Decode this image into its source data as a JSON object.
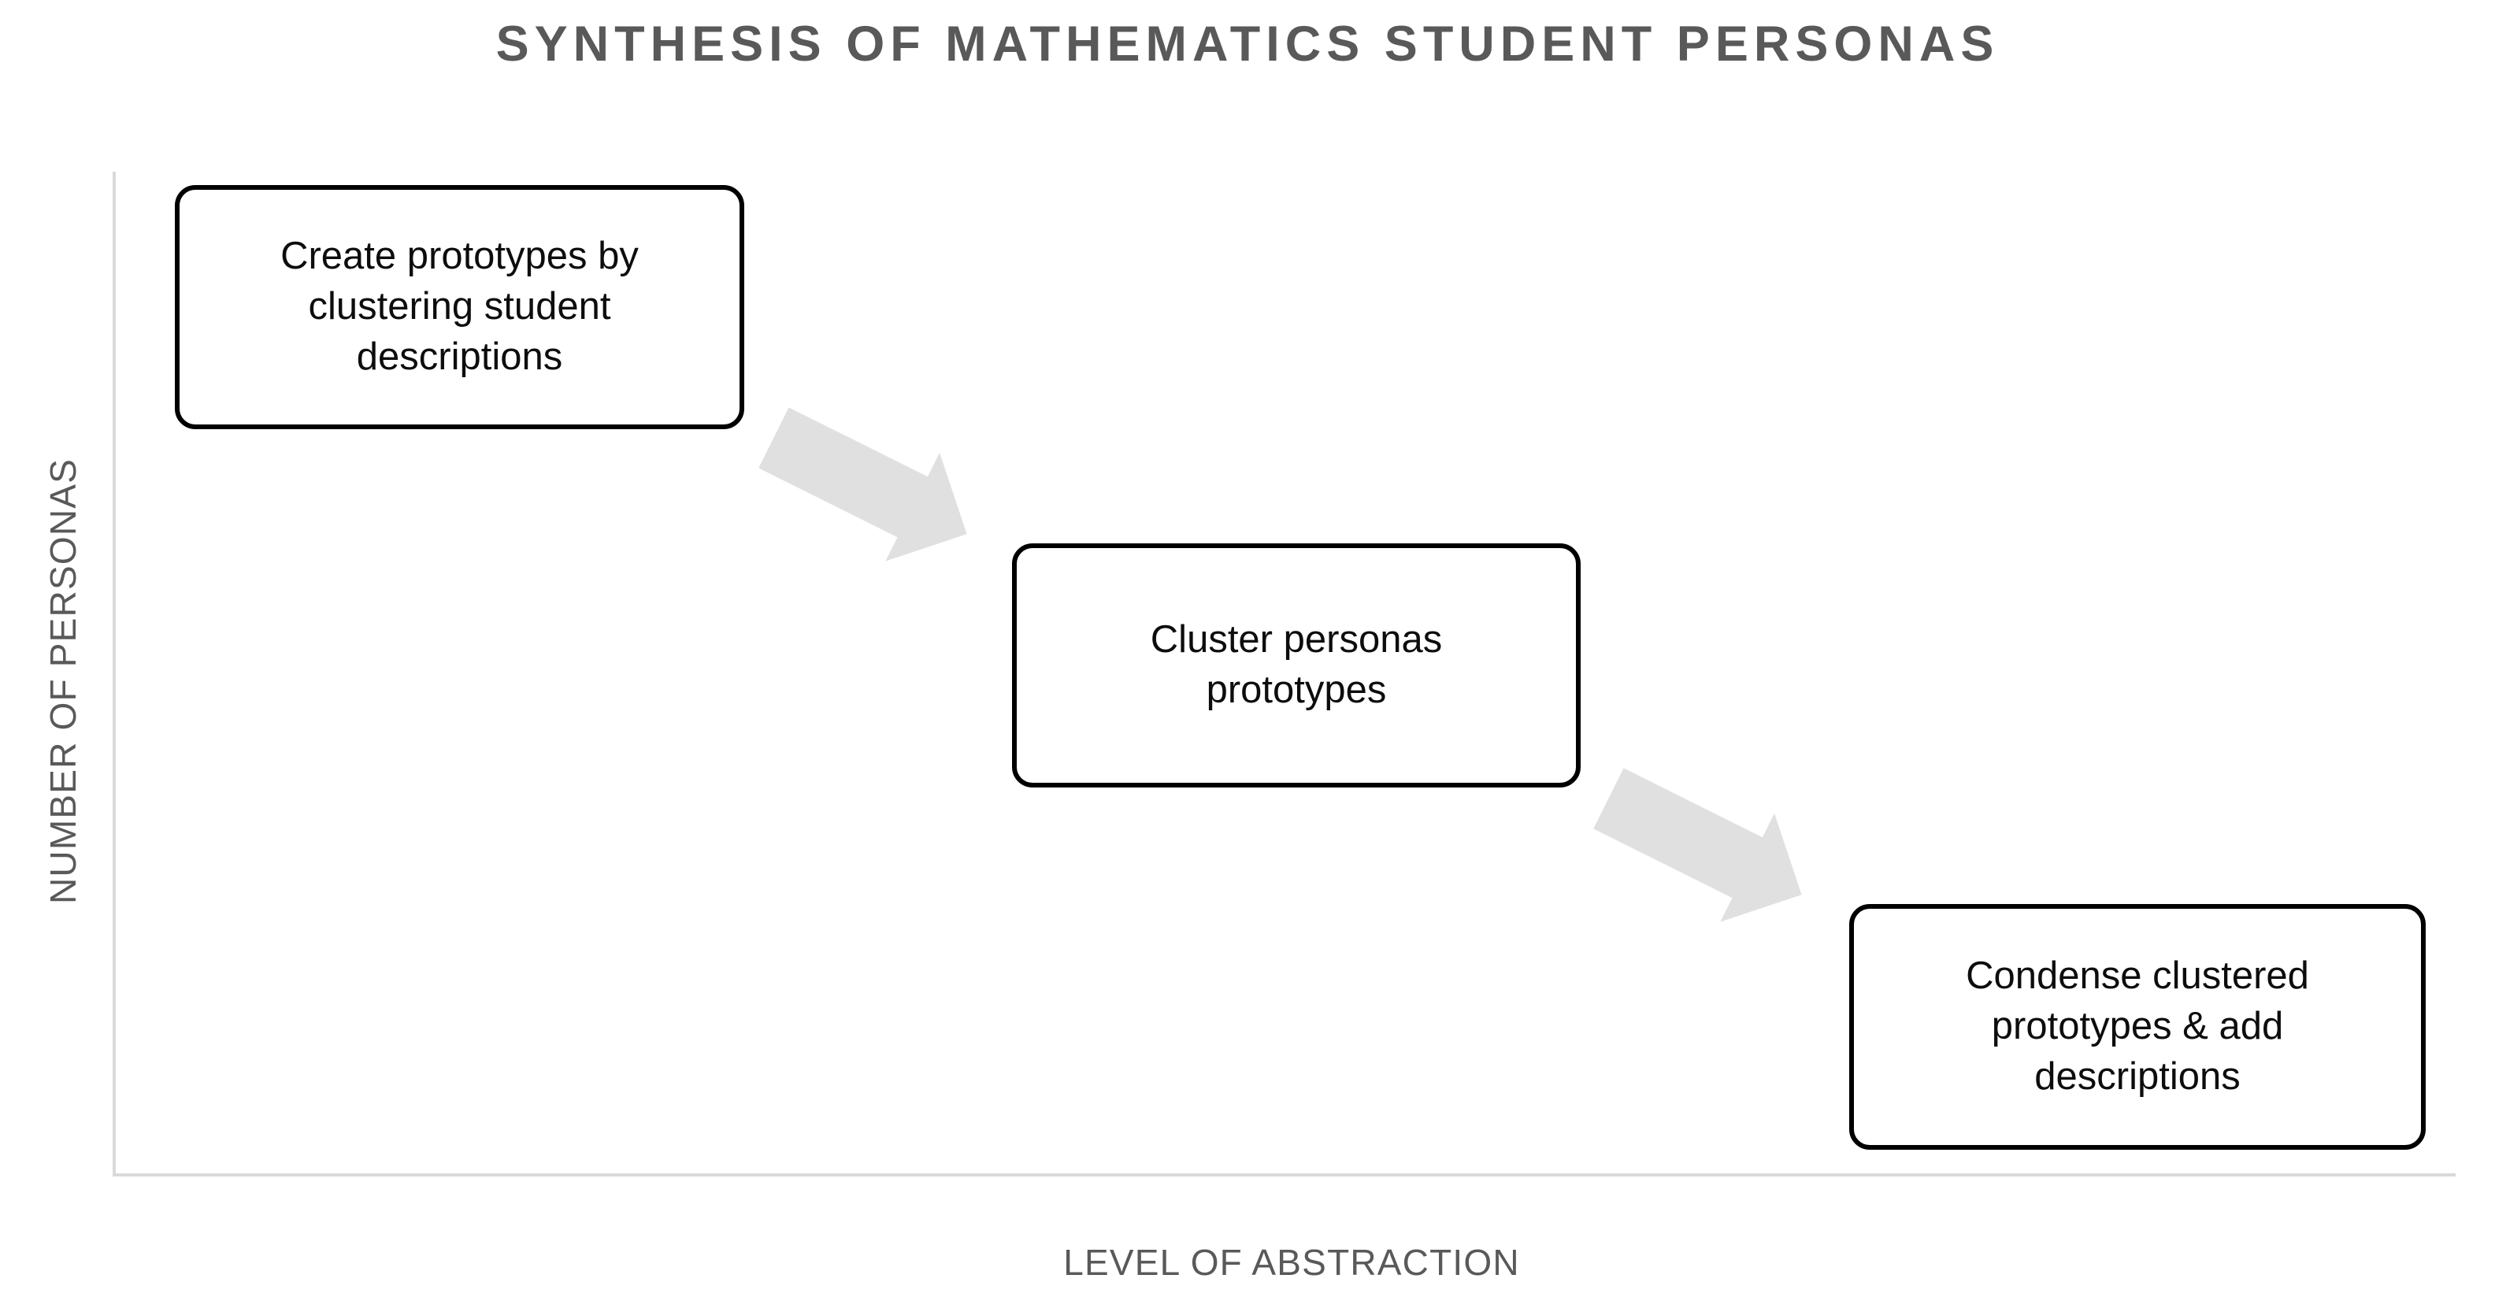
{
  "diagram": {
    "title": "SYNTHESIS OF MATHEMATICS STUDENT PERSONAS",
    "type": "process-flow",
    "axes": {
      "y_title": "NUMBER OF PERSONAS",
      "x_title": "LEVEL OF ABSTRACTION",
      "axis_color": "#d9d9d9"
    },
    "colors": {
      "title_text": "#595959",
      "axis_label_text": "#595959",
      "box_border": "#000000",
      "box_fill": "#ffffff",
      "box_text": "#0d0d0d",
      "arrow_fill": "#e0e0e0"
    },
    "steps": [
      {
        "order": 1,
        "label": "Create prototypes by\nclustering student\ndescriptions",
        "name": "create-prototypes"
      },
      {
        "order": 2,
        "label": "Cluster personas\nprototypes",
        "name": "cluster-prototypes"
      },
      {
        "order": 3,
        "label": "Condense clustered\nprototypes & add\ndescriptions",
        "name": "condense-prototypes"
      }
    ],
    "arrows": [
      {
        "from": "create-prototypes",
        "to": "cluster-prototypes",
        "direction": "down-right"
      },
      {
        "from": "cluster-prototypes",
        "to": "condense-prototypes",
        "direction": "down-right"
      }
    ]
  }
}
